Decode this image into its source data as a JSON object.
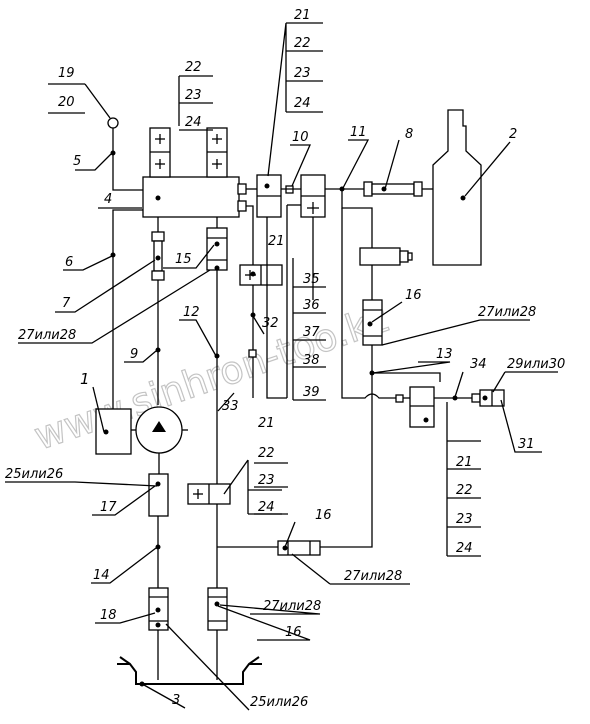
{
  "watermark": "www.sinhron-too.kz",
  "labels": {
    "l1": "1",
    "l2": "2",
    "l3": "3",
    "l4": "4",
    "l5": "5",
    "l6": "6",
    "l7": "7",
    "l8": "8",
    "l9": "9",
    "l10": "10",
    "l11": "11",
    "l12": "12",
    "l13": "13",
    "l14": "14",
    "l15": "15",
    "l16a": "16",
    "l16b": "16",
    "l16c": "16",
    "l17": "17",
    "l18": "18",
    "l19": "19",
    "l20": "20",
    "l21a": "21",
    "l22a": "22",
    "l23a": "23",
    "l24a": "24",
    "l21b": "21",
    "l21c": "21",
    "l22c": "22",
    "l23c": "23",
    "l24c": "24",
    "l21d": "21",
    "l22d": "22",
    "l23d": "23",
    "l24d": "24",
    "l22e": "22",
    "l23e": "23",
    "l24e": "24",
    "l25a": "25или26",
    "l25b": "25или26",
    "l27a": "27или28",
    "l27b": "27или28",
    "l27c": "27или28",
    "l27d": "27или28",
    "l29": "29или30",
    "l31": "31",
    "l32": "32",
    "l33": "33",
    "l34": "34",
    "l35": "35",
    "l36": "36",
    "l37": "37",
    "l38": "38",
    "l39": "39"
  }
}
